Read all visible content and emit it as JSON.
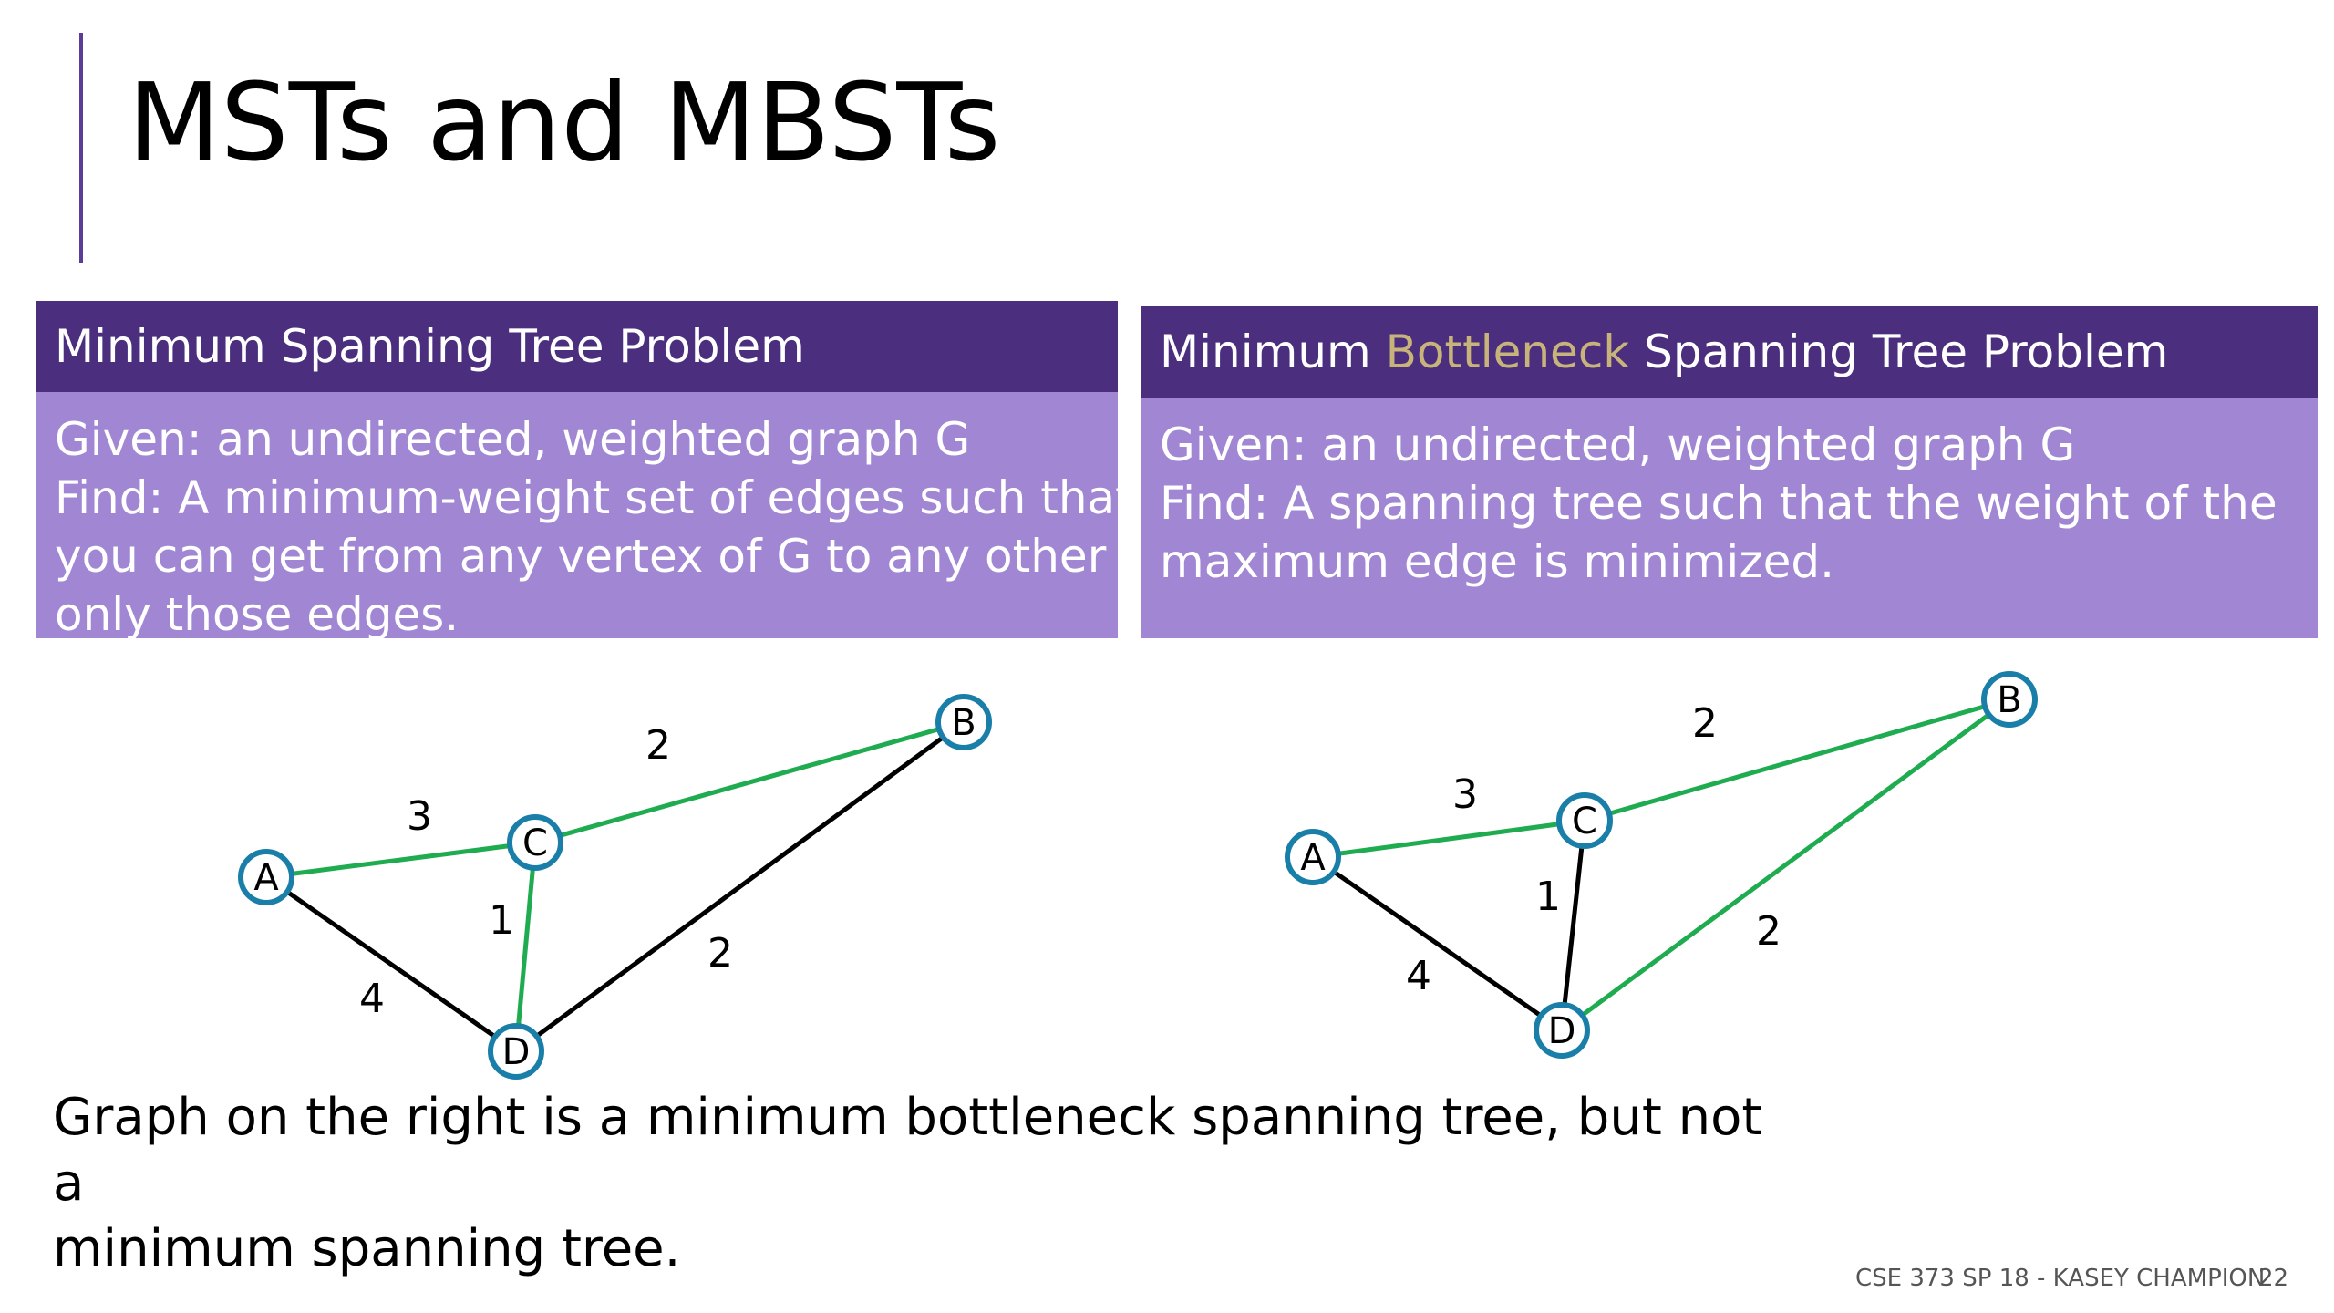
{
  "slide": {
    "title": "MSTs and MBSTs",
    "footer_course": "CSE 373 SP 18 - KASEY CHAMPION",
    "page_number": "22",
    "caption_line1": "Graph on the right is a minimum bottleneck spanning tree, but not a",
    "caption_line2": "minimum spanning tree."
  },
  "mst_box": {
    "heading": "Minimum Spanning Tree Problem",
    "given_label": "Given",
    "given_text": ": an undirected, weighted graph G",
    "find_label": "Find",
    "find_text": ": A minimum-weight set of edges such that",
    "line3": "you can get from any vertex of G to any other on",
    "line4": "only those edges."
  },
  "mbst_box": {
    "heading_pre": "Minimum ",
    "heading_highlight": "Bottleneck",
    "heading_post": " Spanning Tree Problem",
    "given_label": "Given",
    "given_text": ": an undirected, weighted graph G",
    "find_label": "Find",
    "find_text": ": A spanning tree such that the weight of the",
    "line3": "maximum edge is minimized."
  },
  "colors": {
    "header_bg": "#4b2f7e",
    "body_bg": "#a187d3",
    "accent_bar": "#5a3e95",
    "highlight": "#c8b47a",
    "tree_edge": "#1fab4f",
    "non_tree_edge": "#000000",
    "vertex_stroke": "#1a7fa8"
  },
  "graphs": [
    {
      "name": "left",
      "vertices": [
        {
          "id": "A",
          "label": "A"
        },
        {
          "id": "B",
          "label": "B"
        },
        {
          "id": "C",
          "label": "C"
        },
        {
          "id": "D",
          "label": "D"
        }
      ],
      "edges": [
        {
          "from": "A",
          "to": "C",
          "weight": "3",
          "in_tree": true
        },
        {
          "from": "C",
          "to": "B",
          "weight": "2",
          "in_tree": true
        },
        {
          "from": "C",
          "to": "D",
          "weight": "1",
          "in_tree": true
        },
        {
          "from": "A",
          "to": "D",
          "weight": "4",
          "in_tree": false
        },
        {
          "from": "D",
          "to": "B",
          "weight": "2",
          "in_tree": false
        }
      ]
    },
    {
      "name": "right",
      "vertices": [
        {
          "id": "A",
          "label": "A"
        },
        {
          "id": "B",
          "label": "B"
        },
        {
          "id": "C",
          "label": "C"
        },
        {
          "id": "D",
          "label": "D"
        }
      ],
      "edges": [
        {
          "from": "A",
          "to": "C",
          "weight": "3",
          "in_tree": true
        },
        {
          "from": "C",
          "to": "B",
          "weight": "2",
          "in_tree": true
        },
        {
          "from": "D",
          "to": "B",
          "weight": "2",
          "in_tree": true
        },
        {
          "from": "C",
          "to": "D",
          "weight": "1",
          "in_tree": false
        },
        {
          "from": "A",
          "to": "D",
          "weight": "4",
          "in_tree": false
        }
      ]
    }
  ]
}
